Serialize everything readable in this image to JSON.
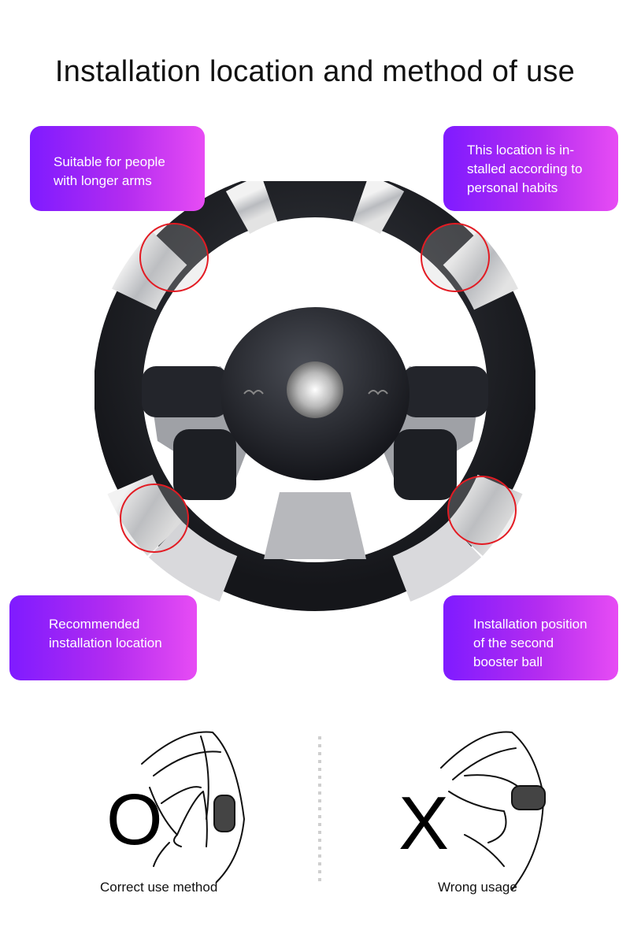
{
  "title": "Installation location and method of use",
  "callouts": {
    "top_left": [
      "Suitable for people",
      "with longer arms"
    ],
    "top_right": [
      "This location is in-",
      "stalled according to",
      "personal habits"
    ],
    "bottom_left": [
      "Recommended",
      "installation location"
    ],
    "bottom_right": [
      "Installation position",
      "of the second",
      "booster ball"
    ]
  },
  "usage": {
    "correct": {
      "symbol": "O",
      "label": "Correct use method"
    },
    "wrong": {
      "symbol": "X",
      "label": "Wrong usage"
    }
  },
  "colors": {
    "callout_start": "#7f1bff",
    "callout_end": "#e74cf4",
    "highlight_ring": "#e31b23",
    "wheel_dark": "#1f2126",
    "wheel_silver": "#c8c9cc"
  },
  "icons": [
    "steering-wheel-icon",
    "horn-icon",
    "hand-grip-illustration"
  ]
}
